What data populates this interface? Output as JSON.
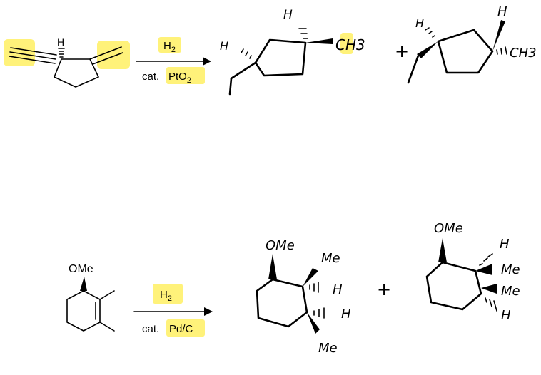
{
  "reaction1": {
    "reagent": "H",
    "reagent_sub": "2",
    "catalyst_prefix": "cat.",
    "catalyst_main": "PtO",
    "catalyst_sub": "2",
    "sm_h_label": "H",
    "product1": {
      "top_h": "H",
      "left_h": "H",
      "ch3": "CH3"
    },
    "plus": "+",
    "product2": {
      "left_h": "H",
      "top_h": "H",
      "ch3": "CH3"
    }
  },
  "reaction2": {
    "sm_label": "OMe",
    "reagent": "H",
    "reagent_sub": "2",
    "catalyst_prefix": "cat.",
    "catalyst_main": "Pd/C",
    "product1": {
      "ome": "OMe",
      "me_top": "Me",
      "h1": "H",
      "h2": "H",
      "me_bottom": "Me"
    },
    "plus": "+",
    "product2": {
      "ome": "OMe",
      "h_top": "H",
      "me1": "Me",
      "me2": "Me",
      "h_bottom": "H"
    }
  },
  "colors": {
    "highlight": "#fff27a",
    "ink": "#000000"
  }
}
